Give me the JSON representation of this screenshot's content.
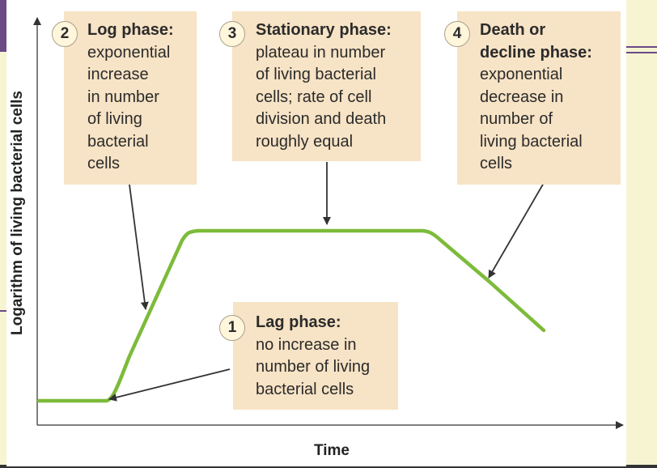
{
  "axes": {
    "x_label": "Time",
    "y_label": "Logarithm of living bacterial cells"
  },
  "phases": [
    {
      "number": "1",
      "title": "Lag phase:",
      "description": "no increase in\nnumber of living\nbacterial cells"
    },
    {
      "number": "2",
      "title": "Log phase:",
      "description": "exponential\nincrease\nin number\nof living\nbacterial\ncells"
    },
    {
      "number": "3",
      "title": "Stationary phase:",
      "description": "plateau in number\nof living bacterial\ncells; rate of cell\ndivision and death\nroughly equal"
    },
    {
      "number": "4",
      "title": "Death or\ndecline phase:",
      "description": "exponential\ndecrease in\nnumber of\nliving bacterial\ncells"
    }
  ],
  "colors": {
    "curve": "#7dbb3a",
    "callout_fill": "#f7e3c5",
    "slide_background": "#f7f4d2",
    "slide_accent": "#6b4a86"
  }
}
